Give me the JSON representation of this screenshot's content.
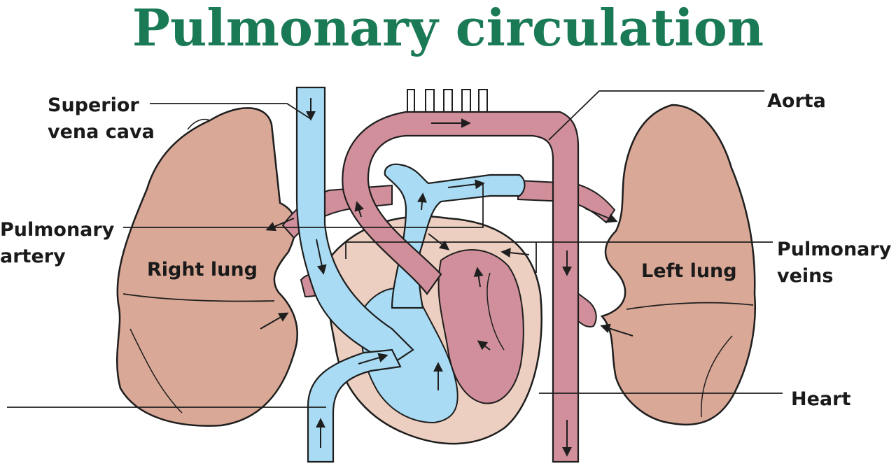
{
  "title": "Pulmonary circulation",
  "labels": {
    "superior_vena_cava": [
      "Superior",
      "vena cava"
    ],
    "pulmonary_artery": [
      "Pulmonary",
      "artery"
    ],
    "right_lung": "Right lung",
    "left_lung": "Left lung",
    "aorta": "Aorta",
    "pulmonary_veins": [
      "Pulmonary",
      "veins"
    ],
    "heart": "Heart"
  },
  "colors": {
    "title": "#1a7a55",
    "lung": "#d9a896",
    "oxygenated_vessel": "#d08f9a",
    "deoxygenated_vessel": "#a9dcf4",
    "heart_wall": "#eccfc0",
    "outline": "#1e1e1e"
  }
}
